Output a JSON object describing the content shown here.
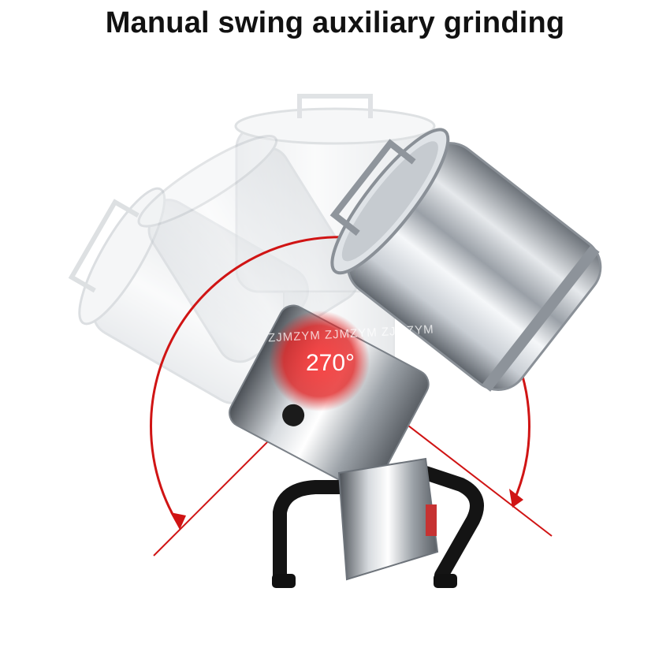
{
  "title": "Manual swing auxiliary grinding",
  "angle_label": "270°",
  "watermark": "ZJMZYM ZJMZYM ZJMZYM",
  "colors": {
    "background": "#ffffff",
    "title": "#111111",
    "arc": "#d01414",
    "red_glow": "#e02020",
    "steel_light": "#eceff2",
    "steel_mid": "#b9bec4",
    "steel_dark": "#6d737a",
    "base_black": "#141414"
  },
  "icons": [
    "arc-arrow-left-icon",
    "arc-arrow-right-icon"
  ]
}
